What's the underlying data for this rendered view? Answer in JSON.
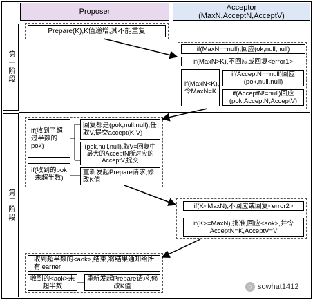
{
  "headers": {
    "proposer": "Proposer",
    "acceptor": "Acceptor\n(MaxN,AcceptN,AcceptV)"
  },
  "colors": {
    "proposer_header_bg": "#e9d9ee",
    "acceptor_header_bg": "#dde7f6"
  },
  "phase1": {
    "label": "第一阶段",
    "prepare": "Prepare(K),K值递增,其不能重复",
    "acceptor_cases": [
      "if(MaxN==null),回应(ok,null,null)",
      "if(MaxN>K),不回应或回复<error1>",
      "if(MaxN<K),令MaxN=K",
      "if(AcceptN==null)回应(pok,null,null)",
      "if(AcceptN!=null)回应(pok,AcceptN,AcceptV)"
    ]
  },
  "phase2": {
    "label": "第二阶段",
    "cond_half": "if(收到了超过半数的pok)",
    "all_null": "回复都是(pok,null,null),任取V,提交accept(K,V)",
    "take_max": "(pok,null,null),取V=回复中最大的AcceptN所对应的AcceptV,提交",
    "cond_not_half": "if(收到的pok未超半数)",
    "restart": "重新发起Prepare请求,修改K值",
    "acc_reject": "if(K<MaxN),不回应或回复<error2>",
    "acc_accept": "if(K>=MaxN),批准,回应<aok>,并令AcceptN=K,AcceptV=V",
    "final_half": "收到超半数的<aok>,结束,将结果通知给所有learner",
    "final_not": "收到的<aok>未超半数",
    "final_restart": "重新发起Prepare请求,修改K值"
  },
  "watermark": {
    "text": "sowhat1412",
    "icon": "wechat-logo-icon"
  }
}
